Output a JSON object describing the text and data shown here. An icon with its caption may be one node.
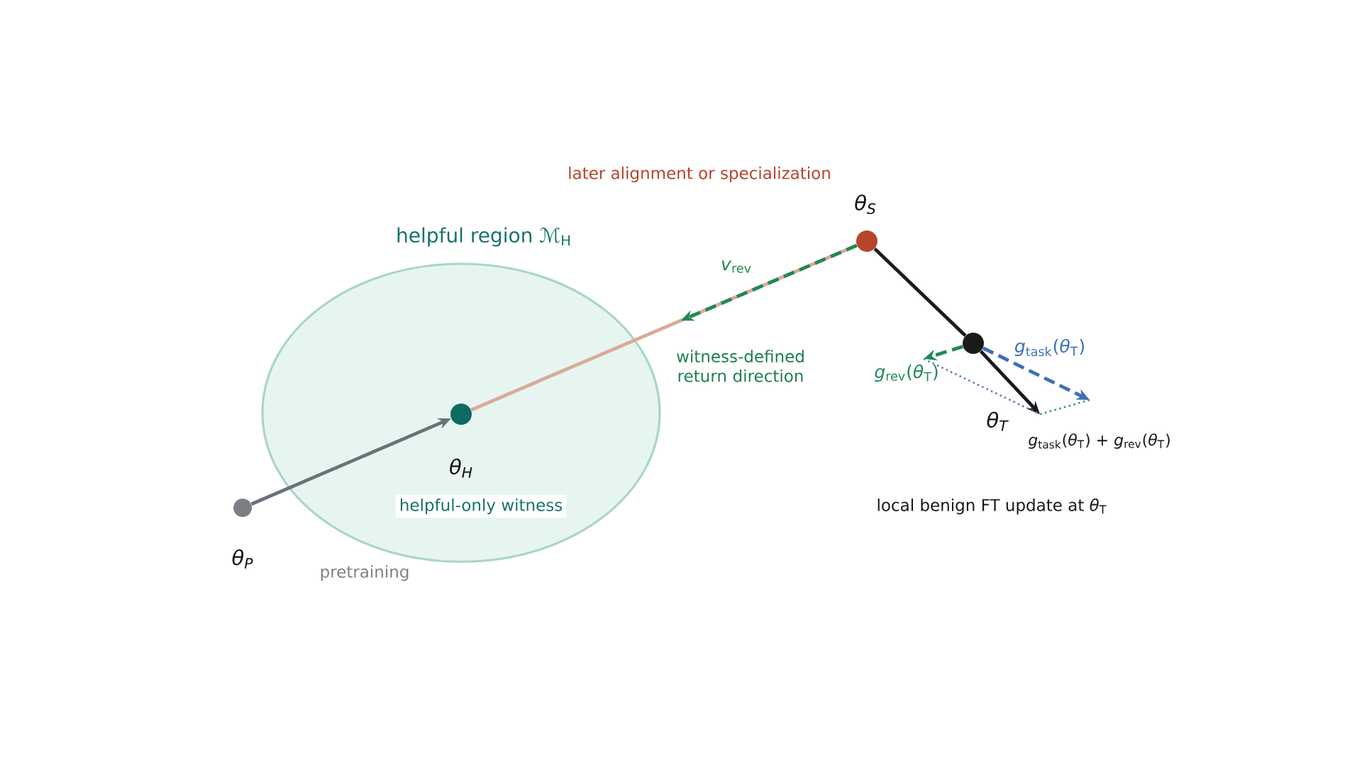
{
  "diagram": {
    "nodes": [
      {
        "text": [
          "helpful region ℳ$_{H}$"
        ]
      },
      {
        "text": [
          "θ$_{P}$"
        ]
      },
      {
        "text": [
          "θ$_{H}$",
          "helpful-only witness"
        ],
        "in": 0
      },
      {
        "text": [
          "θ$_{S}$"
        ],
        "beside": [
          "later alignment or specialization"
        ]
      },
      {
        "text": [
          "θ$_{T}$"
        ]
      }
    ],
    "edges": [
      {
        "from": 1,
        "to": 2,
        "arrow": "to",
        "color": "#6b7079"
      },
      {
        "from": 2,
        "to": 3,
        "arrow": "none",
        "label": "witness-defined return direction",
        "color": "#dba99b"
      },
      {
        "from": 3,
        "to": null,
        "arrow": "to",
        "label": "*v*$_{rev}$",
        "style": "dashed",
        "color": "#1e8a55"
      },
      {
        "from": 3,
        "to": 4,
        "arrow": "none",
        "color": "#1a1a1a"
      },
      {
        "from": 4,
        "to": null,
        "arrow": "to",
        "label": "*g*$_{rev}$(*θ*$_{T}$)",
        "style": "dashed",
        "color": "#1e8a55"
      },
      {
        "from": 4,
        "to": null,
        "arrow": "to",
        "label": "*g*$_{task}$(*θ*$_{T}$)",
        "style": "dashed",
        "color": "#3c6fba"
      },
      {
        "from": 4,
        "to": null,
        "arrow": "to",
        "label": "*g*$_{task}$(*θ*$_{T}$) + *g*$_{rev}$(*θ*$_{T}$)",
        "color": "#1a1a1a"
      }
    ],
    "labels": [
      "local benign FT update at *θ*$_{T}$",
      "pretraining"
    ]
  }
}
